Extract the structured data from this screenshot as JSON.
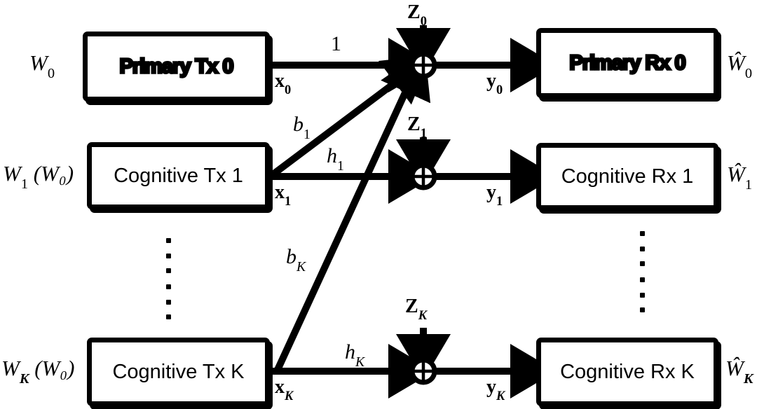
{
  "diagram": {
    "title": "Cognitive radio interference channel with K cognitive pairs",
    "colors": {
      "ink": "#000000",
      "paper": "#ffffff"
    },
    "transmitters": [
      {
        "id": "primary-tx-0",
        "label": "Primary Tx 0",
        "style": "heavy"
      },
      {
        "id": "cognitive-tx-1",
        "label": "Cognitive Tx 1",
        "style": "normal"
      },
      {
        "id": "cognitive-tx-k",
        "label": "Cognitive Tx K",
        "style": "normal"
      }
    ],
    "receivers": [
      {
        "id": "primary-rx-0",
        "label": "Primary Rx 0",
        "style": "heavy"
      },
      {
        "id": "cognitive-rx-1",
        "label": "Cognitive Rx 1",
        "style": "normal"
      },
      {
        "id": "cognitive-rx-k",
        "label": "Cognitive Rx K",
        "style": "normal"
      }
    ],
    "message_inputs": [
      {
        "id": "w0",
        "base": "W",
        "sub": "0",
        "paren": ""
      },
      {
        "id": "w1",
        "base": "W",
        "sub": "1",
        "paren": "(W₀)"
      },
      {
        "id": "wk",
        "base": "W",
        "sub": "K",
        "paren": "(W₀)"
      }
    ],
    "message_outputs": [
      {
        "id": "w0hat",
        "base": "Ŵ",
        "sub": "0"
      },
      {
        "id": "w1hat",
        "base": "Ŵ",
        "sub": "1"
      },
      {
        "id": "wkhat",
        "base": "Ŵ",
        "sub": "K"
      }
    ],
    "channel_inputs": [
      {
        "id": "x0",
        "base": "x",
        "sub": "0"
      },
      {
        "id": "x1",
        "base": "x",
        "sub": "1"
      },
      {
        "id": "xk",
        "base": "x",
        "sub": "K"
      }
    ],
    "channel_outputs": [
      {
        "id": "y0",
        "base": "y",
        "sub": "0"
      },
      {
        "id": "y1",
        "base": "y",
        "sub": "1"
      },
      {
        "id": "yk",
        "base": "y",
        "sub": "K"
      }
    ],
    "noise_terms": [
      {
        "id": "z0",
        "base": "Z",
        "sub": "0"
      },
      {
        "id": "z1",
        "base": "Z",
        "sub": "1"
      },
      {
        "id": "zk",
        "base": "Z",
        "sub": "K"
      }
    ],
    "edge_gains": [
      {
        "id": "gain-direct-0",
        "base": "1",
        "sub": "",
        "kind": "unity",
        "from": "primary-tx-0",
        "to": "adder-0"
      },
      {
        "id": "gain-b1",
        "base": "b",
        "sub": "1",
        "kind": "cross",
        "from": "cognitive-tx-1",
        "to": "adder-0"
      },
      {
        "id": "gain-h1",
        "base": "h",
        "sub": "1",
        "kind": "direct",
        "from": "cognitive-tx-1",
        "to": "adder-1"
      },
      {
        "id": "gain-bk",
        "base": "b",
        "sub": "K",
        "kind": "cross",
        "from": "cognitive-tx-k",
        "to": "adder-0"
      },
      {
        "id": "gain-hk",
        "base": "h",
        "sub": "K",
        "kind": "direct",
        "from": "cognitive-tx-k",
        "to": "adder-k"
      }
    ],
    "adders": [
      {
        "id": "adder-0",
        "symbol": "⊕"
      },
      {
        "id": "adder-1",
        "symbol": "⊕"
      },
      {
        "id": "adder-k",
        "symbol": "⊕"
      }
    ],
    "ellipsis": [
      {
        "id": "ellipsis-tx",
        "dots": 3,
        "groups": 2
      },
      {
        "id": "ellipsis-rx",
        "dots": 3,
        "groups": 2
      }
    ]
  }
}
